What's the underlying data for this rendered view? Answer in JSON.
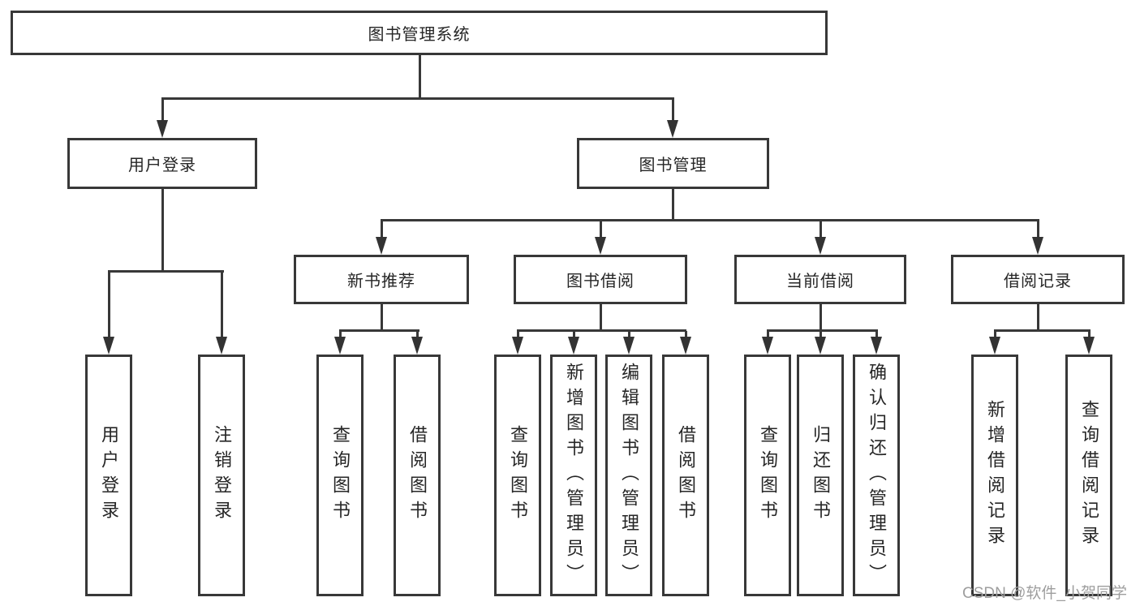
{
  "nodes": {
    "root": "图书管理系统",
    "level1": [
      "用户登录",
      "图书管理"
    ],
    "level2": [
      "新书推荐",
      "图书借阅",
      "当前借阅",
      "借阅记录"
    ],
    "leaves": [
      "用户登录",
      "注销登录",
      "查询图书",
      "借阅图书",
      "查询图书",
      "新增图书（管理员）",
      "编辑图书（管理员）",
      "借阅图书",
      "查询图书",
      "归还图书",
      "确认归还（管理员）",
      "新增借阅记录",
      "查询借阅记录"
    ]
  },
  "watermark": {
    "text": "CSDN @软件_小贺同学",
    "color": "#9e9e9e"
  },
  "colors": {
    "line": "#383838",
    "box_border": "#383838",
    "box_background": "#ffffff",
    "text": "#262626",
    "page_background": "#ffffff"
  }
}
